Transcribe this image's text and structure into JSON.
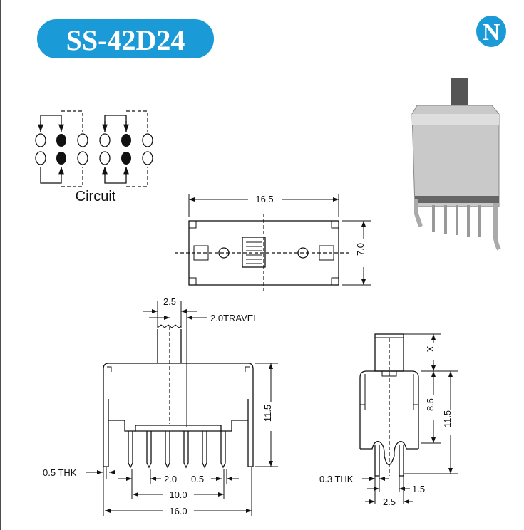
{
  "title": "SS-42D24",
  "logo": {
    "letter": "N",
    "color": "#1a9ad6"
  },
  "colors": {
    "accent": "#1a9ad6",
    "line": "#111111"
  },
  "circuit": {
    "label": "Circuit"
  },
  "top_view": {
    "length": "16.5",
    "width": "7.0"
  },
  "front_view": {
    "actuator_width": "2.5",
    "travel": "2.0TRAVEL",
    "height": "11.5",
    "thickness": "0.5 THK",
    "pitch": "2.0",
    "pin_width": "0.5",
    "pin_span": "10.0",
    "total_width": "16.0"
  },
  "side_view": {
    "actuator_height": "X",
    "body_height": "8.5",
    "total_height": "11.5",
    "thickness": "0.3 THK",
    "pin_offset": "1.5",
    "pin_spacing": "2.5"
  }
}
